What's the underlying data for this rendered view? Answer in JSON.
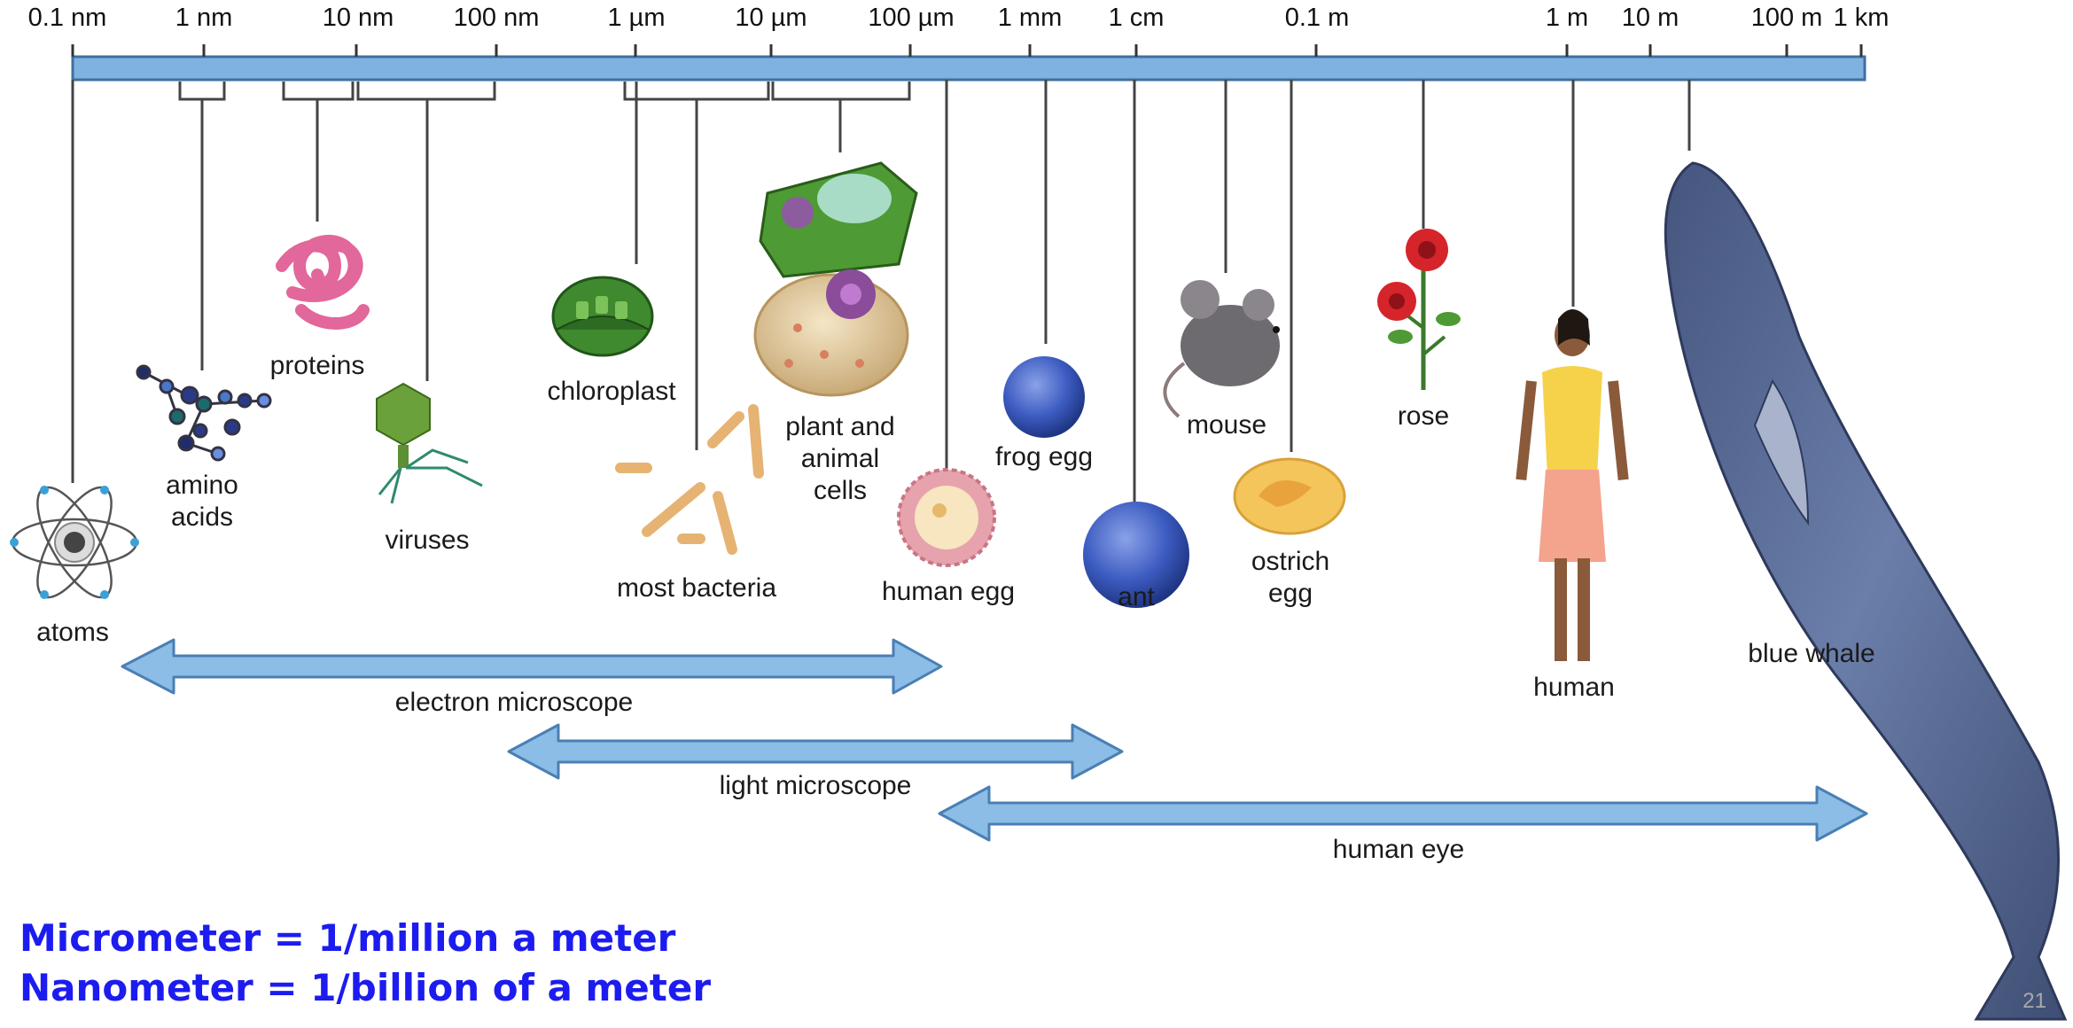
{
  "scale": {
    "ticks": [
      "0.1 nm",
      "1 nm",
      "10 nm",
      "100 nm",
      "1 µm",
      "10 µm",
      "100 µm",
      "1 mm",
      "1 cm",
      "0.1 m",
      "1 m",
      "10 m",
      "100 m",
      "1 km"
    ]
  },
  "objects": [
    {
      "id": "atoms",
      "label": "atoms"
    },
    {
      "id": "amino-acids",
      "label": "amino\nacids"
    },
    {
      "id": "proteins",
      "label": "proteins"
    },
    {
      "id": "viruses",
      "label": "viruses"
    },
    {
      "id": "chloroplast",
      "label": "chloroplast"
    },
    {
      "id": "most-bacteria",
      "label": "most bacteria"
    },
    {
      "id": "plant-animal-cells",
      "label": "plant and\nanimal\ncells"
    },
    {
      "id": "human-egg",
      "label": "human egg"
    },
    {
      "id": "frog-egg",
      "label": "frog egg"
    },
    {
      "id": "ant",
      "label": "ant"
    },
    {
      "id": "mouse",
      "label": "mouse"
    },
    {
      "id": "ostrich-egg",
      "label": "ostrich\negg"
    },
    {
      "id": "rose",
      "label": "rose"
    },
    {
      "id": "human",
      "label": "human"
    },
    {
      "id": "blue-whale",
      "label": "blue whale"
    }
  ],
  "ranges": [
    {
      "id": "electron-microscope",
      "label": "electron microscope"
    },
    {
      "id": "light-microscope",
      "label": "light microscope"
    },
    {
      "id": "human-eye",
      "label": "human eye"
    }
  ],
  "notes": {
    "micrometer": "Micrometer = 1/million a meter",
    "nanometer": "Nanometer = 1/billion of a meter"
  },
  "page_number": "21",
  "colors": {
    "bar": "#7fb2e0",
    "arrow": "#8cbde6",
    "note": "#1c1cf0",
    "whale": "#5b6f9a"
  }
}
